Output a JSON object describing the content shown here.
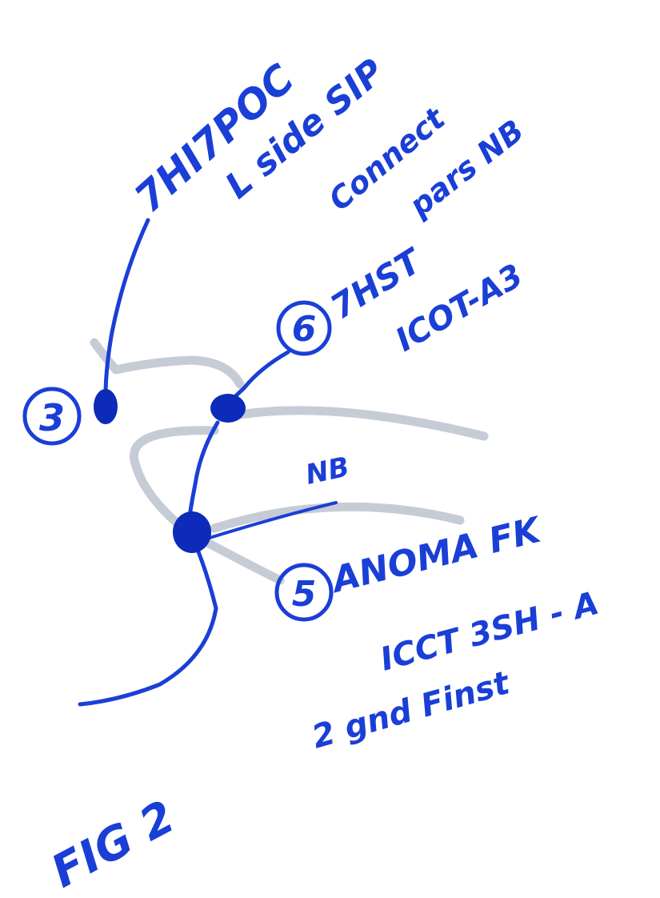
{
  "figure": {
    "colors": {
      "ink": "#1a3fd6",
      "ink_dark": "#0b2bb8",
      "pencil": "#c6ccd6",
      "paper": "#ffffff"
    },
    "annotations": [
      {
        "id": "top-1",
        "text": "7HI7POC"
      },
      {
        "id": "top-2",
        "text": "L side SIP"
      },
      {
        "id": "top-3",
        "text": "Connect"
      },
      {
        "id": "top-4",
        "text": "pars NB"
      },
      {
        "id": "mid-1",
        "text": "7HST"
      },
      {
        "id": "mid-2",
        "text": "ICOT-A3"
      },
      {
        "id": "nb",
        "text": "NB"
      },
      {
        "id": "anom-1",
        "text": "ANOMA FK"
      },
      {
        "id": "anom-2",
        "text": "ICCT 3SH - A"
      },
      {
        "id": "anom-3",
        "text": "2 gnd Finst"
      }
    ],
    "markers": [
      {
        "id": "marker-3",
        "label": "3"
      },
      {
        "id": "marker-6",
        "label": "6"
      },
      {
        "id": "marker-5",
        "label": "5"
      }
    ],
    "caption": "FIG 2"
  }
}
